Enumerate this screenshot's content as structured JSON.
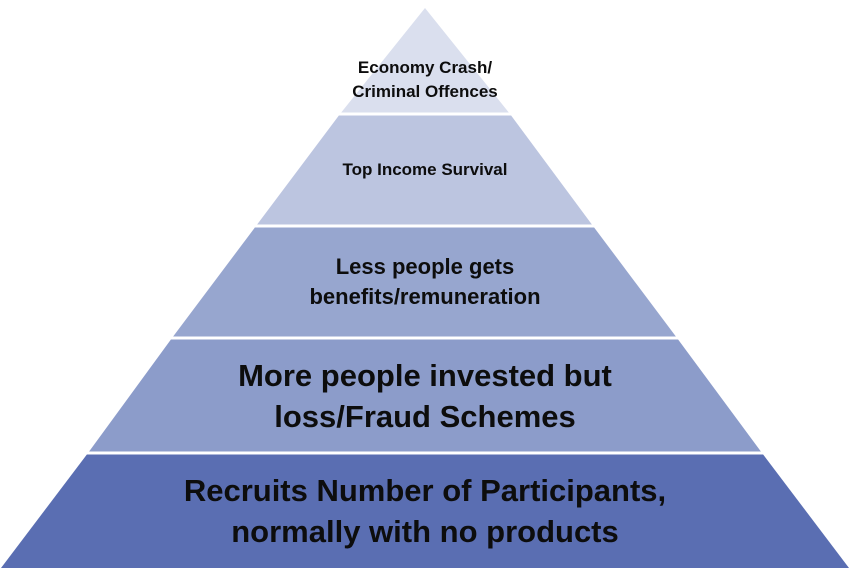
{
  "pyramid": {
    "colors": {
      "tier_1": "#dadfee",
      "tier_2": "#bcc5e0",
      "tier_3": "#97a6cf",
      "tier_4": "#8c9cca",
      "tier_5": "#5a6eb2",
      "divider": "#ffffff"
    },
    "tiers": [
      {
        "label": "Economy Crash/\nCriminal Offences"
      },
      {
        "label": "Top Income Survival"
      },
      {
        "label": "Less people gets\nbenefits/remuneration"
      },
      {
        "label": "More people invested but\nloss/Fraud Schemes"
      },
      {
        "label": "Recruits Number of Participants,\nnormally with no products"
      }
    ]
  }
}
